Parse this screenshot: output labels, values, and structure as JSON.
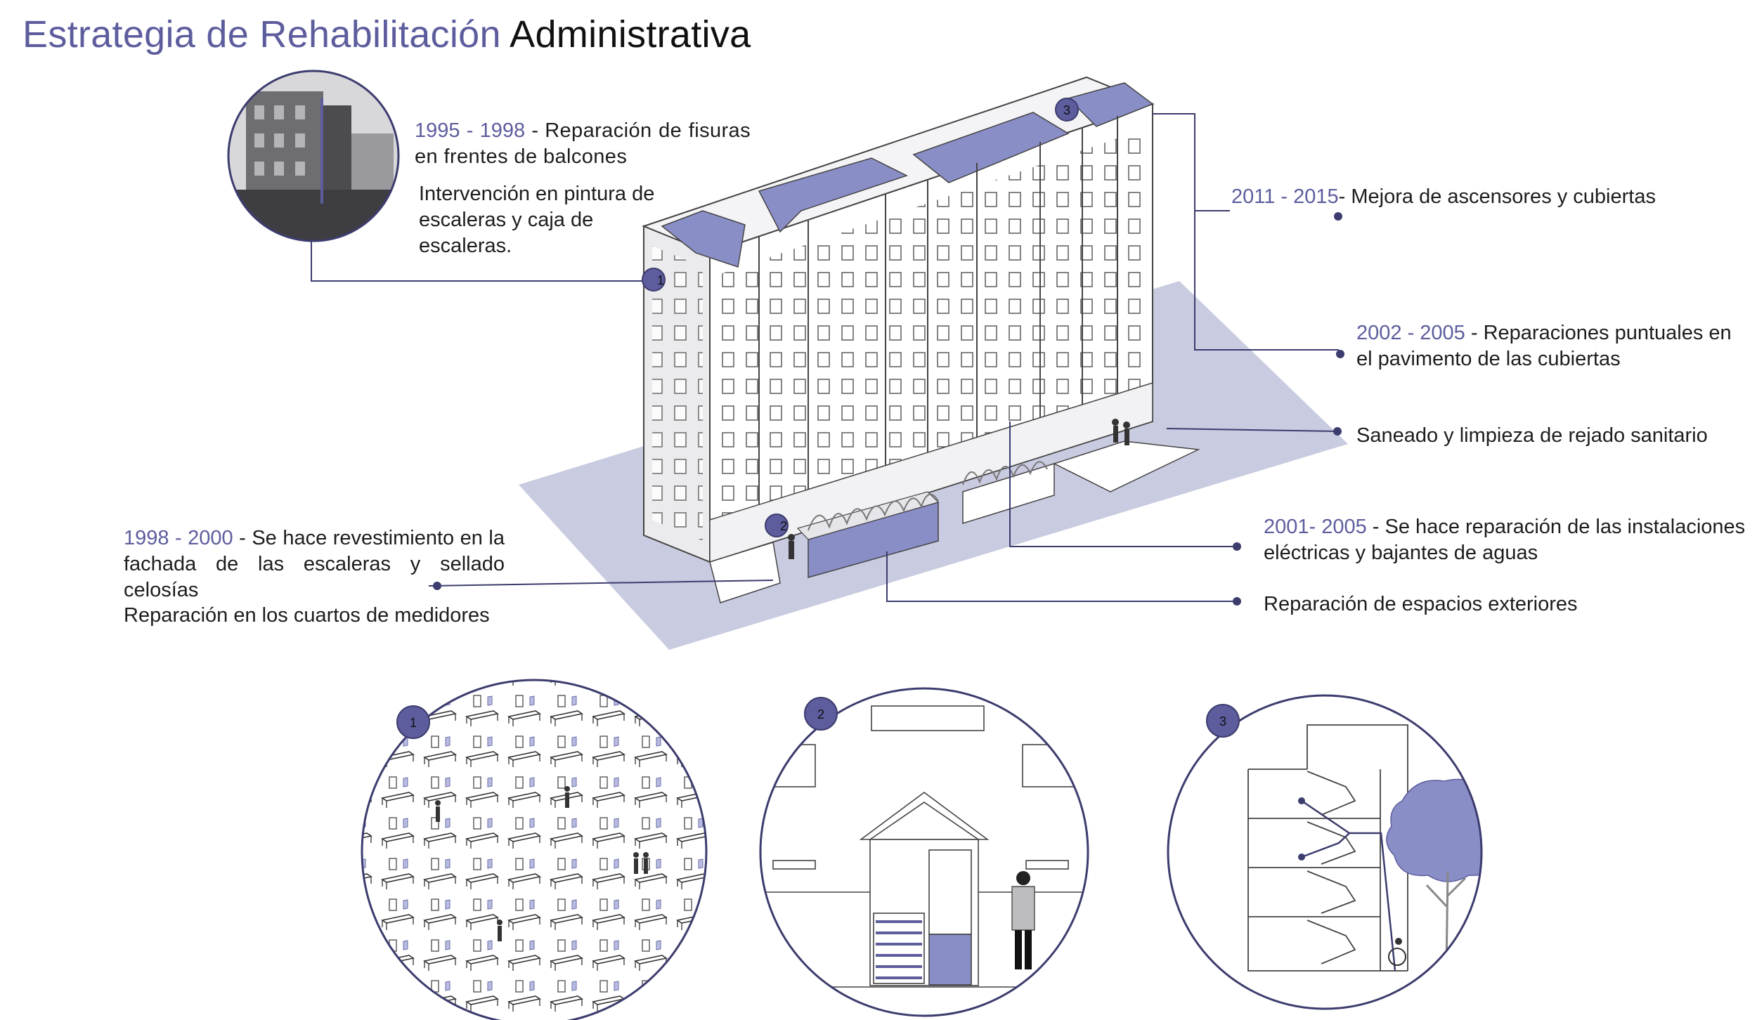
{
  "header": {
    "title_part1": "Estrategia de Rehabilitación",
    "title_part2": "Administrativa"
  },
  "colors": {
    "accent": "#5d5d9e",
    "shade": "#c9cbe0",
    "fill": "#8a8ec7",
    "line": "#3c3c6e"
  },
  "markers": {
    "m1": "1",
    "m2": "2",
    "m3": "3"
  },
  "annotations": {
    "a1995": {
      "years": "1995 - 1998",
      "sep": " - ",
      "text": "Reparación de fisuras en frentes de balcones",
      "extra": "Intervención en pintura de escaleras y caja de escaleras."
    },
    "a2011": {
      "years": "2011 - 2015",
      "sep": "- ",
      "text": "Mejora de ascensores y cubiertas"
    },
    "a2002": {
      "years": "2002 - 2005",
      "sep": " - ",
      "text": "Reparaciones puntuales en el pavimento de las cubiertas"
    },
    "asaneado": {
      "text": "Saneado y limpieza de rejado sanitario"
    },
    "a1998": {
      "years": "1998 - 2000",
      "sep": " - ",
      "text": "Se hace revestimiento en la fachada de las escaleras y sellado celosías",
      "extra": "Reparación en los cuartos de medidores"
    },
    "a2001": {
      "years": "2001- 2005",
      "sep": " - ",
      "text": "Se hace reparación de las instalaciones eléctricas y bajantes de aguas"
    },
    "aexterior": {
      "text": "Reparación de espacios exteriores"
    }
  }
}
